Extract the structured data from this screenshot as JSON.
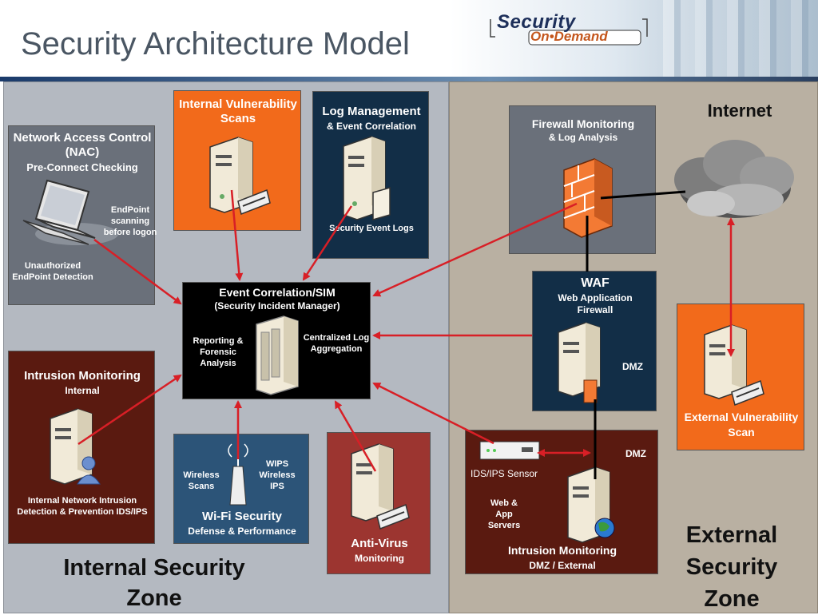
{
  "header": {
    "title": "Security Architecture Model",
    "logo_line1": "Security",
    "logo_line2": "On•Demand"
  },
  "zones": {
    "internal": "Internal Security Zone",
    "external": "External Security Zone"
  },
  "nac": {
    "title": "Network Access Control (NAC)",
    "subtitle": "Pre-Connect Checking",
    "note1": "EndPoint scanning before logon",
    "note2": "Unauthorized EndPoint Detection"
  },
  "ivs": {
    "title": "Internal Vulnerability Scans"
  },
  "logmgmt": {
    "title": "Log Management",
    "subtitle": "& Event Correlation",
    "caption": "Security Event Logs"
  },
  "sim": {
    "title": "Event Correlation/SIM",
    "subtitle": "(Security Incident Manager)",
    "left": "Reporting & Forensic Analysis",
    "right": "Centralized Log Aggregation"
  },
  "intrusion_int": {
    "title": "Intrusion Monitoring",
    "subtitle": "Internal",
    "caption": "Internal Network Intrusion Detection & Prevention IDS/IPS"
  },
  "wifi": {
    "left": "Wireless Scans",
    "right": "WIPS Wireless IPS",
    "title": "Wi-Fi Security",
    "subtitle": "Defense & Performance"
  },
  "antivirus": {
    "title": "Anti-Virus",
    "subtitle": "Monitoring"
  },
  "firewall": {
    "title": "Firewall Monitoring",
    "subtitle": "& Log Analysis"
  },
  "internet": {
    "label": "Internet"
  },
  "waf": {
    "title": "WAF",
    "subtitle": "Web Application Firewall",
    "dmz": "DMZ"
  },
  "evs": {
    "title": "External Vulnerability Scan"
  },
  "intrusion_dmz": {
    "sensor": "IDS/IPS Sensor",
    "dmz": "DMZ",
    "servers": "Web & App Servers",
    "title": "Intrusion Monitoring",
    "subtitle": "DMZ / External"
  },
  "colors": {
    "orange": "#f26a1b",
    "navy": "#122e47",
    "maroon": "#5a1a10",
    "arrow": "#d81f26"
  }
}
